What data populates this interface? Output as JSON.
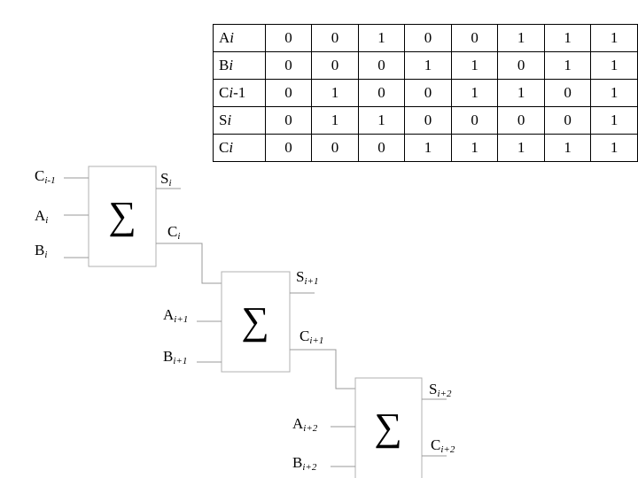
{
  "truth_table": {
    "rows": [
      {
        "name": "A",
        "sub": "i",
        "suffix": "",
        "values": [
          "0",
          "0",
          "1",
          "0",
          "0",
          "1",
          "1",
          "1"
        ]
      },
      {
        "name": "B",
        "sub": "i",
        "suffix": "",
        "values": [
          "0",
          "0",
          "0",
          "1",
          "1",
          "0",
          "1",
          "1"
        ]
      },
      {
        "name": "C",
        "sub": "i",
        "suffix": "-1",
        "values": [
          "0",
          "1",
          "0",
          "0",
          "1",
          "1",
          "0",
          "1"
        ]
      },
      {
        "name": "S",
        "sub": "i",
        "suffix": "",
        "values": [
          "0",
          "1",
          "1",
          "0",
          "0",
          "0",
          "0",
          "1"
        ]
      },
      {
        "name": "C",
        "sub": "i",
        "suffix": "",
        "values": [
          "0",
          "0",
          "0",
          "1",
          "1",
          "1",
          "1",
          "1"
        ]
      }
    ]
  },
  "adders": [
    {
      "symbol": "∑",
      "inputs": [
        {
          "base": "C",
          "sub": "i-1"
        },
        {
          "base": "A",
          "sub": "i"
        },
        {
          "base": "B",
          "sub": "i"
        }
      ],
      "sum": {
        "base": "S",
        "sub": "i"
      },
      "carry": {
        "base": "C",
        "sub": "i"
      }
    },
    {
      "symbol": "∑",
      "inputs": [
        {
          "base": "A",
          "sub": "i+1"
        },
        {
          "base": "B",
          "sub": "i+1"
        }
      ],
      "sum": {
        "base": "S",
        "sub": "i+1"
      },
      "carry": {
        "base": "C",
        "sub": "i+1"
      }
    },
    {
      "symbol": "∑",
      "inputs": [
        {
          "base": "A",
          "sub": "i+2"
        },
        {
          "base": "B",
          "sub": "i+2"
        }
      ],
      "sum": {
        "base": "S",
        "sub": "i+2"
      },
      "carry": {
        "base": "C",
        "sub": "i+2"
      }
    }
  ]
}
